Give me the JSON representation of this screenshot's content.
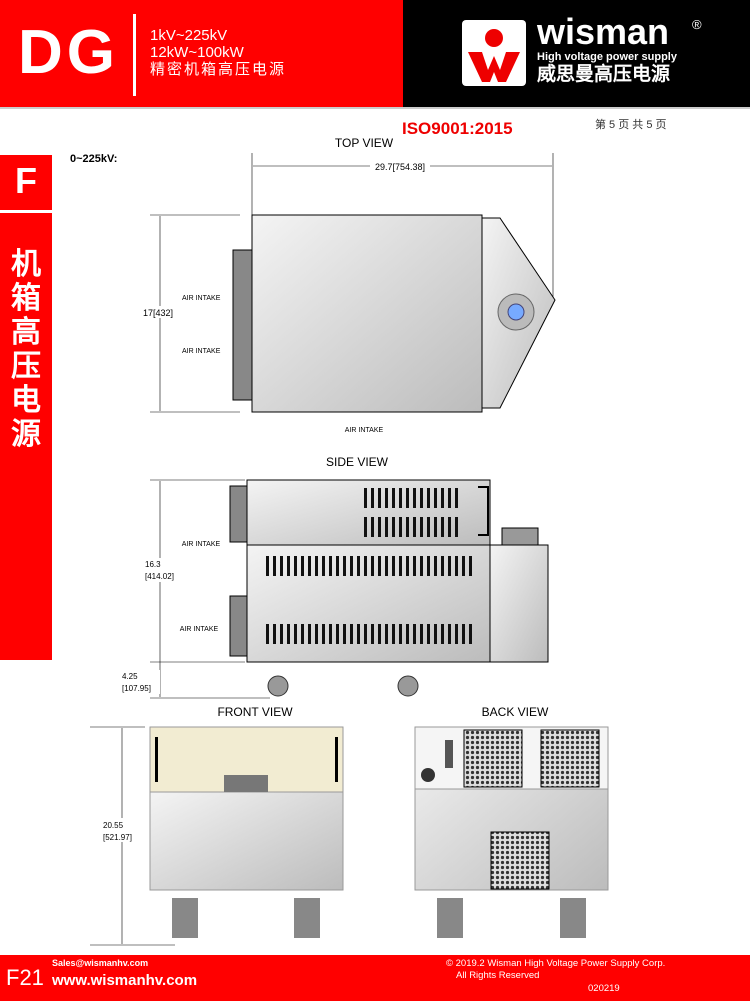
{
  "header": {
    "series": "DG",
    "voltage_range": "1kV~225kV",
    "power_range": "12kW~100kW",
    "subtitle_cn": "精密机箱高压电源",
    "brand": "wisman",
    "registered": "®",
    "tagline": "High voltage power supply",
    "brand_cn": "威思曼高压电源"
  },
  "iso": "ISO9001:2015",
  "page_indicator": "第 5 页  共 5 页",
  "voltage_label": "0~225kV:",
  "side_tab": {
    "letter": "F",
    "title_cn": "机箱高压电源"
  },
  "top_view": {
    "title": "TOP VIEW",
    "width_dim": "29.7[754.38]",
    "height_dim": "17[432]",
    "air_intake": "AIR INTAKE"
  },
  "side_view": {
    "title": "SIDE  VIEW",
    "height_dim_1": "16.3",
    "height_dim_2": "[414.02]",
    "wheel_dim_1": "4.25",
    "wheel_dim_2": "[107.95]",
    "air_intake": "AIR INTAKE"
  },
  "front_view": {
    "title": "FRONT VIEW",
    "height_dim_1": "20.55",
    "height_dim_2": "[521.97]"
  },
  "back_view": {
    "title": "BACK VIEW"
  },
  "footer": {
    "page_code": "F21",
    "email": "Sales@wismanhv.com",
    "website": "www.wismanhv.com",
    "copyright": "© 2019.2 Wisman High Voltage Power Supply Corp.",
    "rights": "All Rights Reserved",
    "doc_code": "020219"
  }
}
